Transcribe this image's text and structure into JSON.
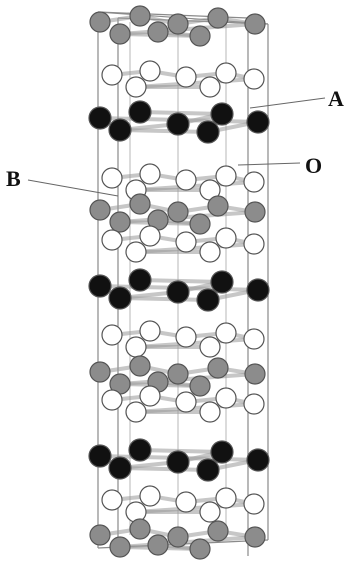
{
  "diagram": {
    "type": "layered-perovskite-unit-cell",
    "labels": {
      "a": "A",
      "o": "O",
      "b": "B"
    },
    "atom_colors": {
      "A": "#111111",
      "B": "#8c8c8c",
      "O": "#ffffff",
      "edge": "#555555",
      "bond": "#9a9a9a"
    },
    "layers_top_to_bottom": [
      "B",
      "O",
      "A",
      "O",
      "B",
      "O",
      "A",
      "O",
      "B",
      "O",
      "A",
      "O",
      "B"
    ]
  }
}
